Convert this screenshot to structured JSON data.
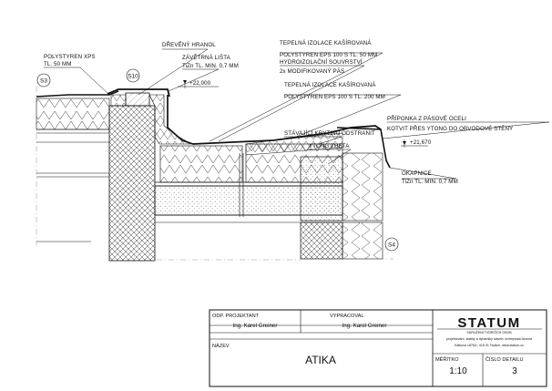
{
  "labels": {
    "polystyren_xps": "POLYSTYREN XPS",
    "polystyren_xps_thk": "TL. 50 MM",
    "dreveny_hranol": "DŘEVĚNÝ HRANOL",
    "zavetrna_lista": "ZÁVĚTRNÁ LIŠTA",
    "zavetrna_lista_spec": "TiZn TL. MIN. 0,7 MM",
    "elevation_top": "+22,000",
    "tepelna_izolace_1": "TEPELNÁ IZOLACE KAŠÍROVANÁ",
    "tepelna_izolace_1_spec": "POLYSTYREN EPS 100 S TL. 50 MM",
    "hydroizolacni_1": "HYDROIZOLAČNÍ SOUVRSTVÍ",
    "hydroizolacni_2": "2x MODIFIKOVANÝ PÁS",
    "tepelna_izolace_2": "TEPELNÁ IZOLACE KAŠÍROVANÁ",
    "tepelna_izolace_2_spec": "POLYSTYREN EPS 100 S TL. 200 MM",
    "stavajici_krytina": "STÁVAJÍCÍ KRYTINU ODSTRANIT",
    "ytong_theta": "YTONG THETA",
    "priponka_1": "PŘÍPONKA Z PÁSOVÉ OCELI",
    "priponka_2": "KOTVIT PŘES YTONG DO OBVODOVÉ STĚNY",
    "elevation_right": "+21,670",
    "okapnice": "OKAPNICE",
    "okapnice_spec": "TiZn TL. MIN. 0,7 MM"
  },
  "markers": {
    "s3": "S3",
    "s10": "S10",
    "s4": "S4"
  },
  "title_block": {
    "odp_projektant_label": "ODP. PROJEKTANT",
    "odp_projektant_name": "Ing. Karel Greiner",
    "vypracoval_label": "VYPRACOVAL",
    "vypracoval_name": "Ing. Karel Greiner",
    "nazev_label": "NÁZEV",
    "nazev_value": "ATIKA",
    "meritko_label": "MĚŘÍTKO",
    "meritko_value": "1:10",
    "cislo_detailu_label": "ČÍSLO DETAILU",
    "cislo_detailu_value": "3",
    "logo_text": "STATUM",
    "logo_sub_1": "SDRUŽENÍ TVŮRČÍCH OSOB",
    "logo_sub_2": "projektování, statiky a dynamiky staveb, inženýrská činnost",
    "logo_sub_3": "Kalkova 1876/1, 415 01  Teplice, www.statum.cz"
  }
}
